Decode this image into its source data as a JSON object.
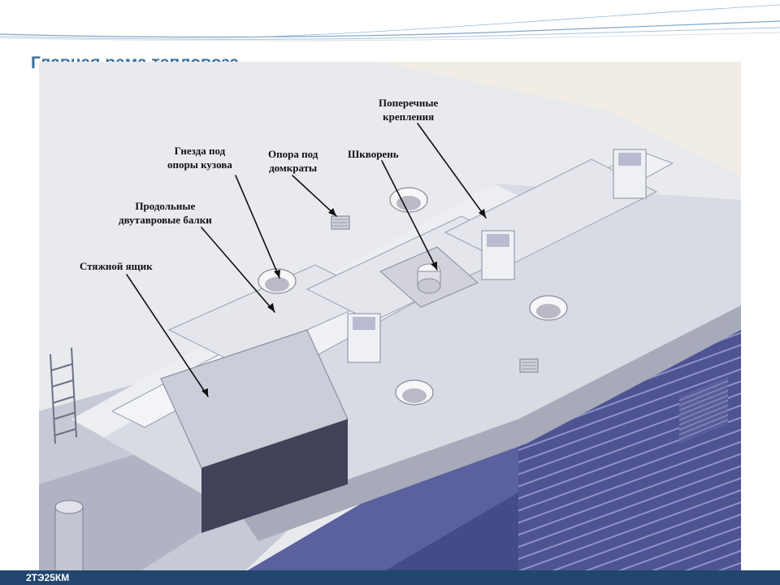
{
  "slide": {
    "title": "Главная рама тепловоза",
    "footer": "2ТЭ25КМ"
  },
  "labels": {
    "cross_ties": [
      "Поперечные",
      "крепления"
    ],
    "body_supports": [
      "Гнезда под",
      "опоры кузова"
    ],
    "jack_support": [
      "Опора под",
      "домкраты"
    ],
    "pivot": [
      "Шкворень"
    ],
    "i_beams": [
      "Продольные",
      "двутавровые балки"
    ],
    "tie_box": [
      "Стяжной ящик"
    ]
  },
  "colors": {
    "title": "#3d6f99",
    "footer_bar": "#22466e",
    "frame_light": "#dcdfe6",
    "frame_mid": "#b9bccb",
    "side_panel": "#565b9c",
    "side_panel_light": "#8a8fc4"
  }
}
